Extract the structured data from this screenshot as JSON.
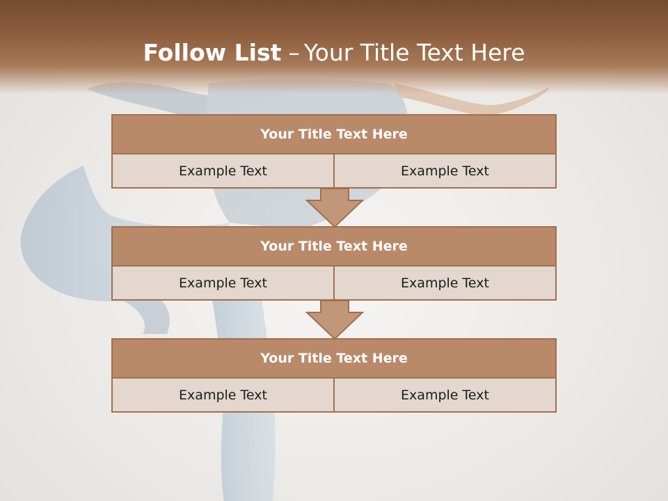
{
  "slide": {
    "title_bold": "Follow List",
    "title_separator": "–",
    "title_rest": "Your Title Text Here",
    "blocks": [
      {
        "title": "Your Title Text Here",
        "left": "Example Text",
        "right": "Example Text"
      },
      {
        "title": "Your Title Text Here",
        "left": "Example Text",
        "right": "Example Text"
      },
      {
        "title": "Your Title Text Here",
        "left": "Example Text",
        "right": "Example Text"
      }
    ]
  },
  "colors": {
    "header_dark": "#744c30",
    "block_title_fill": "#b88a6a",
    "block_border": "#a26f4c",
    "cell_fill": "#e3d7cf",
    "arrow_fill": "#c19779"
  },
  "icons": [
    "down-arrow-icon"
  ]
}
